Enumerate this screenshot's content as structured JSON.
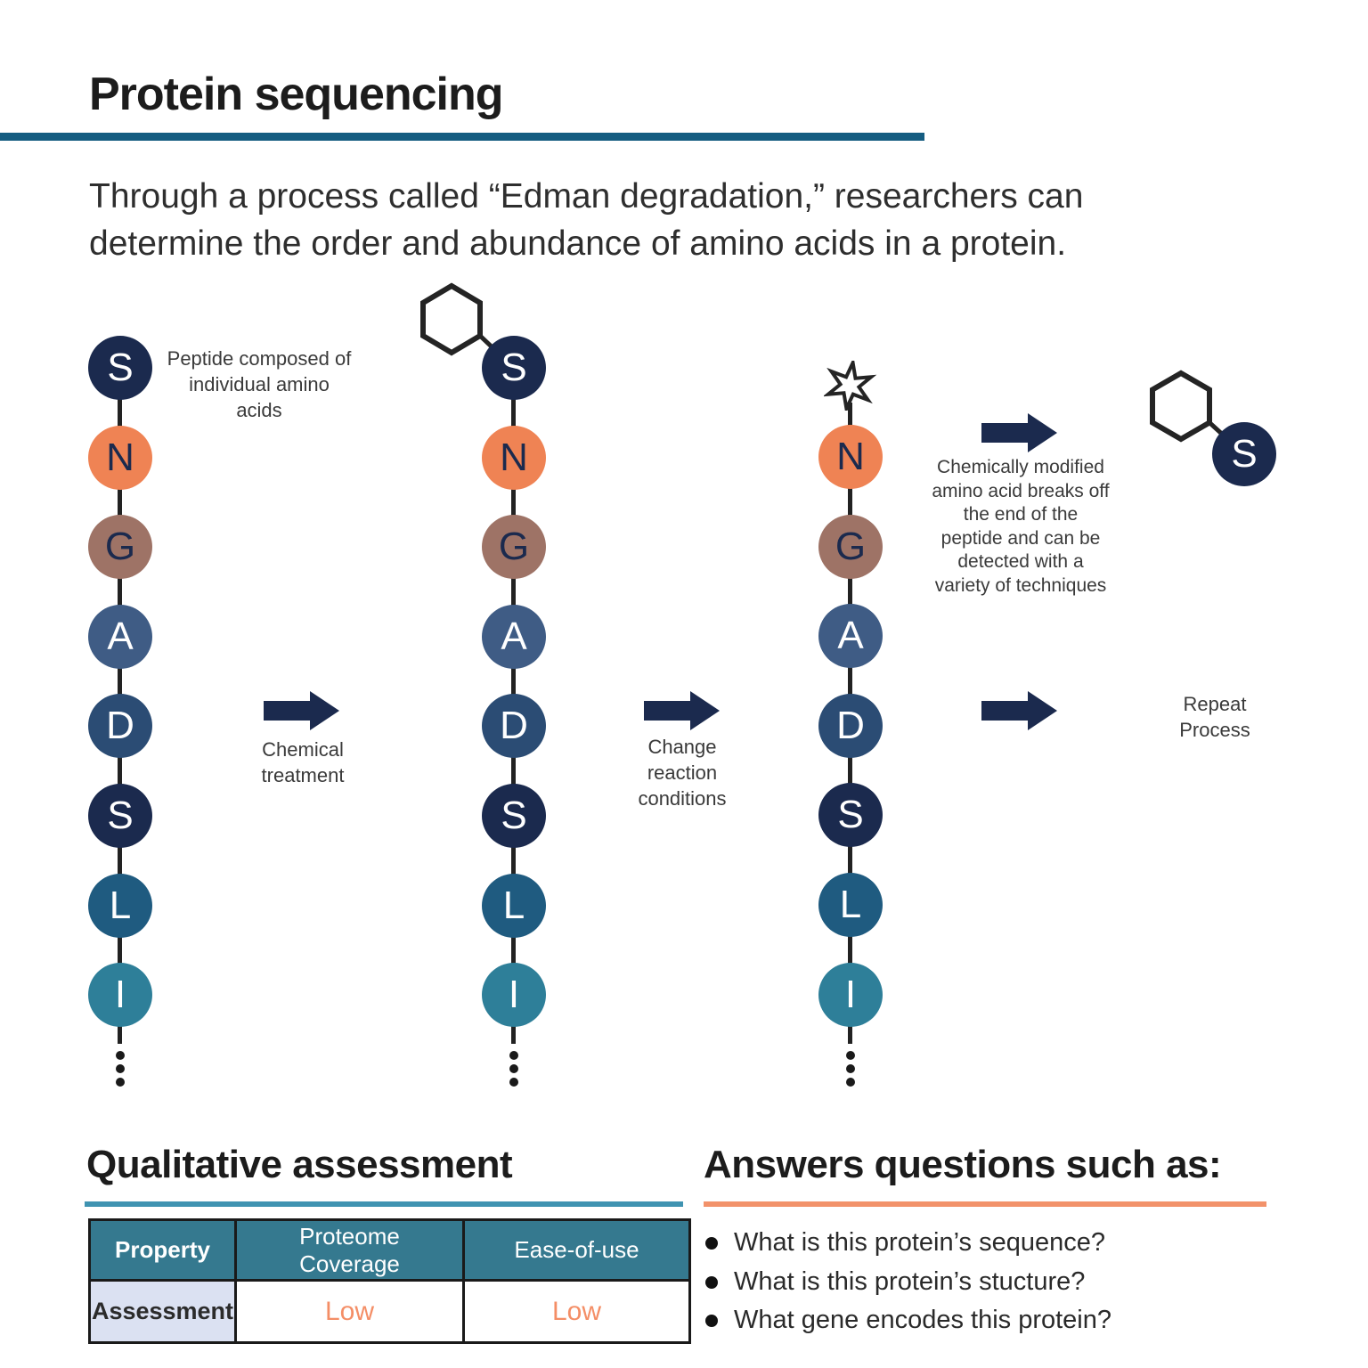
{
  "colors": {
    "navy": "#1b2a4e",
    "outline": "#242424",
    "title_rule": "#155d81",
    "qa_rule": "#3f93b1",
    "answers_rule": "#f2926a",
    "table_header_bg": "#35798f",
    "assessment_cell_bg": "#dbe1f2",
    "low_text": "#f48e66"
  },
  "header": {
    "title": "Protein sequencing",
    "intro": "Through a process called “Edman degradation,” researchers can\ndetermine the order and abundance of amino acids in a protein."
  },
  "diagram": {
    "residue_colors": {
      "S": {
        "bg": "#1b2a4e",
        "fg": "#ffffff"
      },
      "N": {
        "bg": "#ef8354",
        "fg": "#1b2a4e"
      },
      "G": {
        "bg": "#9e7366",
        "fg": "#1b2a4e"
      },
      "A": {
        "bg": "#3f5c85",
        "fg": "#ffffff"
      },
      "D": {
        "bg": "#2b4c74",
        "fg": "#ffffff"
      },
      "L": {
        "bg": "#1f5b80",
        "fg": "#ffffff"
      },
      "I": {
        "bg": "#2e7f99",
        "fg": "#ffffff"
      }
    },
    "chains": [
      {
        "residues": [
          "S",
          "N",
          "G",
          "A",
          "D",
          "S",
          "L",
          "I"
        ]
      },
      {
        "residues": [
          "S",
          "N",
          "G",
          "A",
          "D",
          "S",
          "L",
          "I"
        ]
      },
      {
        "residues": [
          "N",
          "G",
          "A",
          "D",
          "S",
          "L",
          "I"
        ]
      }
    ],
    "detached_residue": "S",
    "labels": {
      "peptide": "Peptide composed of\nindividual amino\nacids",
      "chemical_treatment": "Chemical\ntreatment",
      "change_conditions": "Change\nreaction\nconditions",
      "modified": "Chemically modified\namino acid breaks off\nthe end of the\npeptide and can be\ndetected with a\nvariety of techniques",
      "repeat": "Repeat\nProcess"
    }
  },
  "assessment": {
    "heading": "Qualitative assessment",
    "table": {
      "headers": [
        "Property",
        "Proteome\nCoverage",
        "Ease-of-use"
      ],
      "row_label": "Assessment",
      "values": [
        "Low",
        "Low"
      ]
    }
  },
  "answers": {
    "heading": "Answers questions such as:",
    "bullets": [
      "What is this protein’s sequence?",
      "What is this protein’s stucture?",
      "What gene encodes this protein?"
    ]
  }
}
